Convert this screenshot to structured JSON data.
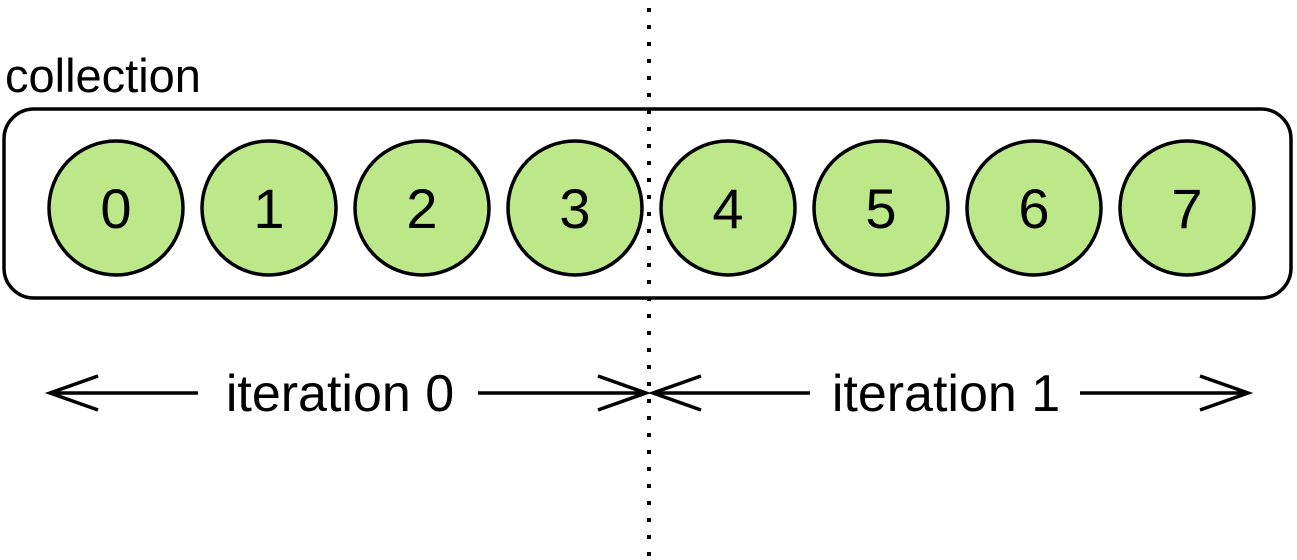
{
  "collection": {
    "label": "collection",
    "items": [
      "0",
      "1",
      "2",
      "3",
      "4",
      "5",
      "6",
      "7"
    ]
  },
  "iterations": [
    {
      "label": "iteration 0"
    },
    {
      "label": "iteration 1"
    }
  ],
  "colors": {
    "item_fill": "#bce88a",
    "stroke": "#000000",
    "background": "#ffffff"
  }
}
